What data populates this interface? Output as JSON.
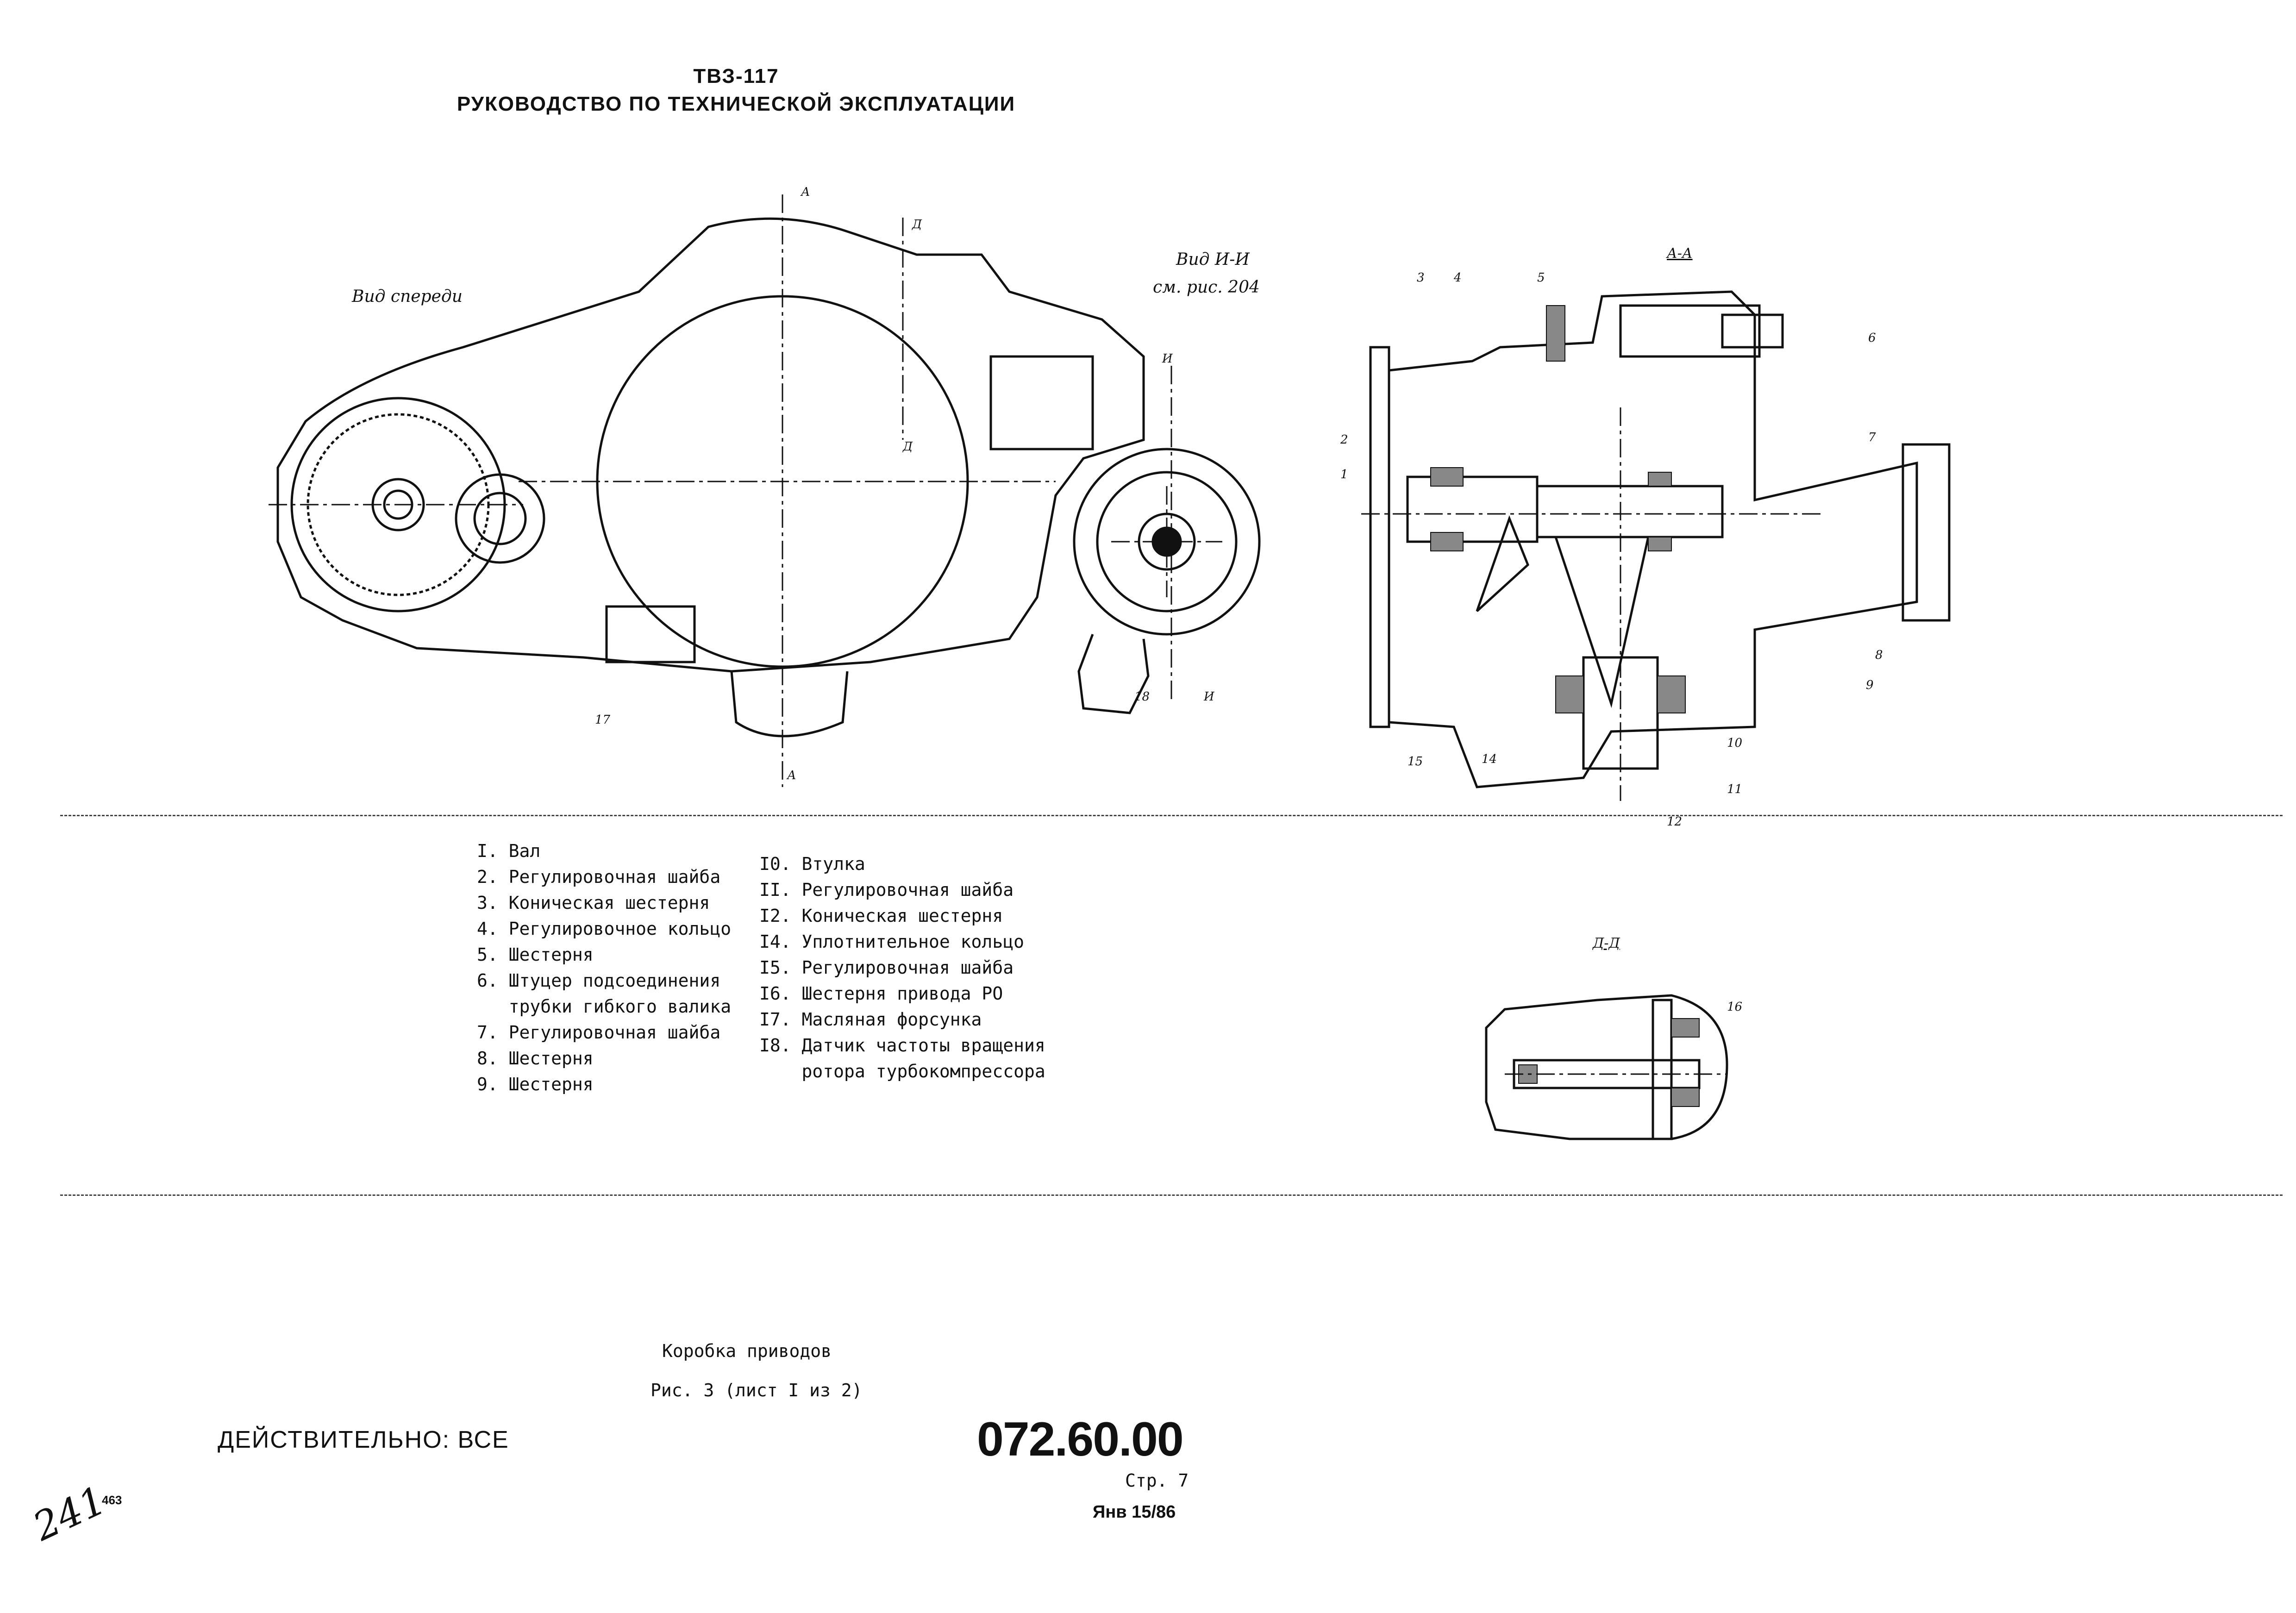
{
  "header": {
    "model": "ТВЗ-117",
    "manual_title": "РУКОВОДСТВО ПО ТЕХНИЧЕСКОЙ ЭКСПЛУАТАЦИИ"
  },
  "drawing": {
    "front_view_label": "Вид спереди",
    "view_i_label": "Вид И-И",
    "view_i_ref": "см. рис. 204",
    "section_aa": "А-А",
    "section_dd": "Д-Д",
    "cut_a": "А",
    "cut_d": "Д",
    "cut_i": "И",
    "callouts_front": [
      "17",
      "18"
    ],
    "callouts_aa": [
      "1",
      "2",
      "3",
      "4",
      "5",
      "6",
      "7",
      "8",
      "9",
      "10",
      "11",
      "12",
      "14",
      "15"
    ],
    "callout_dd": "16"
  },
  "legend": {
    "left": [
      "I. Вал",
      "2. Регулировочная шайба",
      "3. Коническая шестерня",
      "4. Регулировочное кольцо",
      "5. Шестерня",
      "6. Штуцер подсоединения",
      "   трубки гибкого валика",
      "7. Регулировочная шайба",
      "8. Шестерня",
      "9. Шестерня"
    ],
    "right": [
      "I0. Втулка",
      "II. Регулировочная шайба",
      "I2. Коническая шестерня",
      "I4. Уплотнительное кольцо",
      "I5. Регулировочная шайба",
      "I6. Шестерня привода РО",
      "I7. Масляная форсунка",
      "I8. Датчик частоты вращения",
      "    ротора турбокомпрессора"
    ]
  },
  "caption": {
    "title": "Коробка приводов",
    "figure": "Рис. 3 (лист I из 2)"
  },
  "footer": {
    "validity": "ДЕЙСТВИТЕЛЬНО: ВСЕ",
    "doc_number": "072.60.00",
    "page": "Стр. 7",
    "date": "Янв 15/86",
    "page_code": "463",
    "handwritten": "241"
  }
}
